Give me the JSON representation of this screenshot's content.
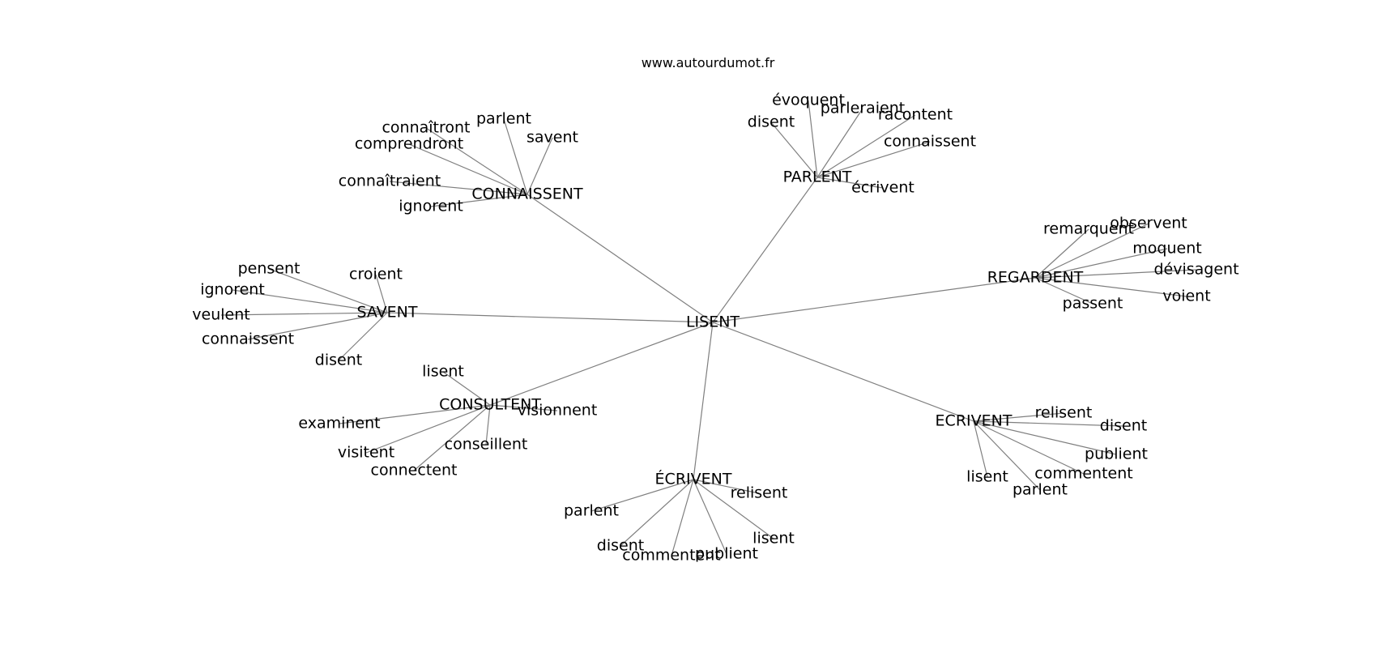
{
  "source": "www.autourdumot.fr",
  "center": "LISENT",
  "hubs": [
    {
      "label": "CONNAISSENT",
      "children": [
        "connaîtront",
        "parlent",
        "savent",
        "comprendront",
        "connaîtraient",
        "ignorent"
      ]
    },
    {
      "label": "PARLENT",
      "children": [
        "évoquent",
        "parleraient",
        "racontent",
        "disent",
        "connaissent",
        "écrivent"
      ]
    },
    {
      "label": "REGARDENT",
      "children": [
        "remarquent",
        "observent",
        "moquent",
        "dévisagent",
        "voient",
        "passent"
      ]
    },
    {
      "label": "SAVENT",
      "children": [
        "pensent",
        "croient",
        "ignorent",
        "veulent",
        "connaissent",
        "disent"
      ]
    },
    {
      "label": "CONSULTENT",
      "children": [
        "lisent",
        "visionnent",
        "examinent",
        "conseillent",
        "visitent",
        "connectent"
      ]
    },
    {
      "label": "ÉCRIVENT",
      "children": [
        "relisent",
        "parlent",
        "lisent",
        "disent",
        "commentent",
        "publient"
      ]
    },
    {
      "label": "ECRIVENT",
      "children": [
        "relisent",
        "disent",
        "publient",
        "commentent",
        "lisent",
        "parlent"
      ]
    }
  ]
}
